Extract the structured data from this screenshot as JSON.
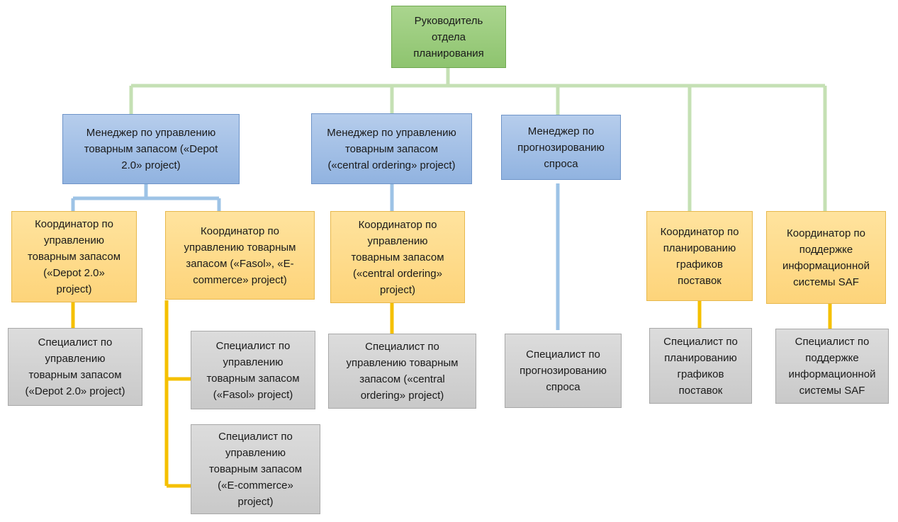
{
  "colors": {
    "head": "#9fcf82",
    "manager": "#a3c0e8",
    "coordinator": "#fedb8a",
    "specialist": "#d3d3d3",
    "line_green": "#c5e0b4",
    "line_blue": "#9dc3e6",
    "line_yellow": "#f5c000"
  },
  "head": {
    "label": "Руководитель\nотдела\nпланирования"
  },
  "managers": [
    {
      "label": "Менеджер по управлению\nтоварным запасом («Depot\n2.0» project)"
    },
    {
      "label": "Менеджер по управлению\nтоварным запасом\n(«central ordering» project)"
    },
    {
      "label": "Менеджер по\nпрогнозированию\nспроса"
    }
  ],
  "coordinators": [
    {
      "label": "Координатор по\nуправлению\nтоварным запасом\n(«Depot 2.0»\nproject)"
    },
    {
      "label": "Координатор по\nуправлению товарным\nзапасом («Fasol», «E-\ncommerce» project)"
    },
    {
      "label": "Координатор по\nуправлению\nтоварным запасом\n(«central ordering»\nproject)"
    },
    {
      "label": "Координатор по\nпланированию\nграфиков\nпоставок"
    },
    {
      "label": "Координатор по\nподдержке\nинформационной\nсистемы SAF"
    }
  ],
  "specialists": [
    {
      "label": "Специалист по\nуправлению\nтоварным запасом\n(«Depot 2.0» project)"
    },
    {
      "label": "Специалист по\nуправлению\nтоварным запасом\n(«Fasol» project)"
    },
    {
      "label": "Специалист по\nуправлению\nтоварным запасом\n(«E-commerce»\nproject)"
    },
    {
      "label": "Специалист по\nуправлению товарным\nзапасом («central\nordering» project)"
    },
    {
      "label": "Специалист по\nпрогнозированию\nспроса"
    },
    {
      "label": "Специалист по\nпланированию\nграфиков\nпоставок"
    },
    {
      "label": "Специалист по\nподдержке\nинформационной\nсистемы SAF"
    }
  ]
}
